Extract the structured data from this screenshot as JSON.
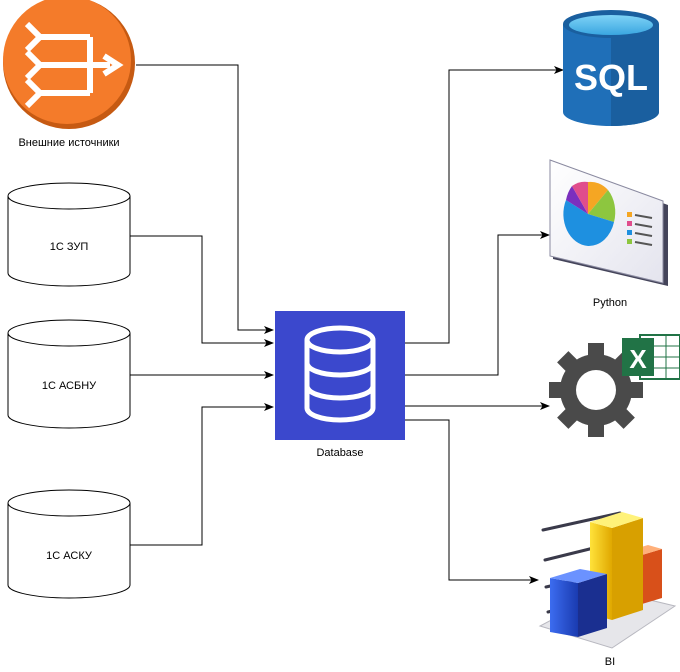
{
  "diagram": {
    "nodes": {
      "external": {
        "label": "Внешние источники",
        "icon": "flow-arrows-icon",
        "color": "#f47b2a"
      },
      "zup": {
        "label": "1С ЗУП",
        "icon": "cylinder-icon"
      },
      "asbnu": {
        "label": "1С АСБНУ",
        "icon": "cylinder-icon"
      },
      "asku": {
        "label": "1С АСКУ",
        "icon": "cylinder-icon"
      },
      "database": {
        "label": "Database",
        "icon": "database-icon",
        "color": "#3f51d4"
      },
      "sql": {
        "label": "SQL",
        "icon": "sql-database-icon",
        "color": "#1f6fb8"
      },
      "python": {
        "label": "Python",
        "icon": "presentation-pie-chart-icon"
      },
      "excel": {
        "label": "X",
        "icon": "gear-excel-icon",
        "color": "#217346"
      },
      "bi": {
        "label": "BI",
        "icon": "bar-chart-icon"
      }
    },
    "edges": [
      {
        "from": "external",
        "to": "database"
      },
      {
        "from": "zup",
        "to": "database"
      },
      {
        "from": "asbnu",
        "to": "database"
      },
      {
        "from": "asku",
        "to": "database"
      },
      {
        "from": "database",
        "to": "sql"
      },
      {
        "from": "database",
        "to": "python"
      },
      {
        "from": "database",
        "to": "excel"
      },
      {
        "from": "database",
        "to": "bi"
      }
    ]
  }
}
